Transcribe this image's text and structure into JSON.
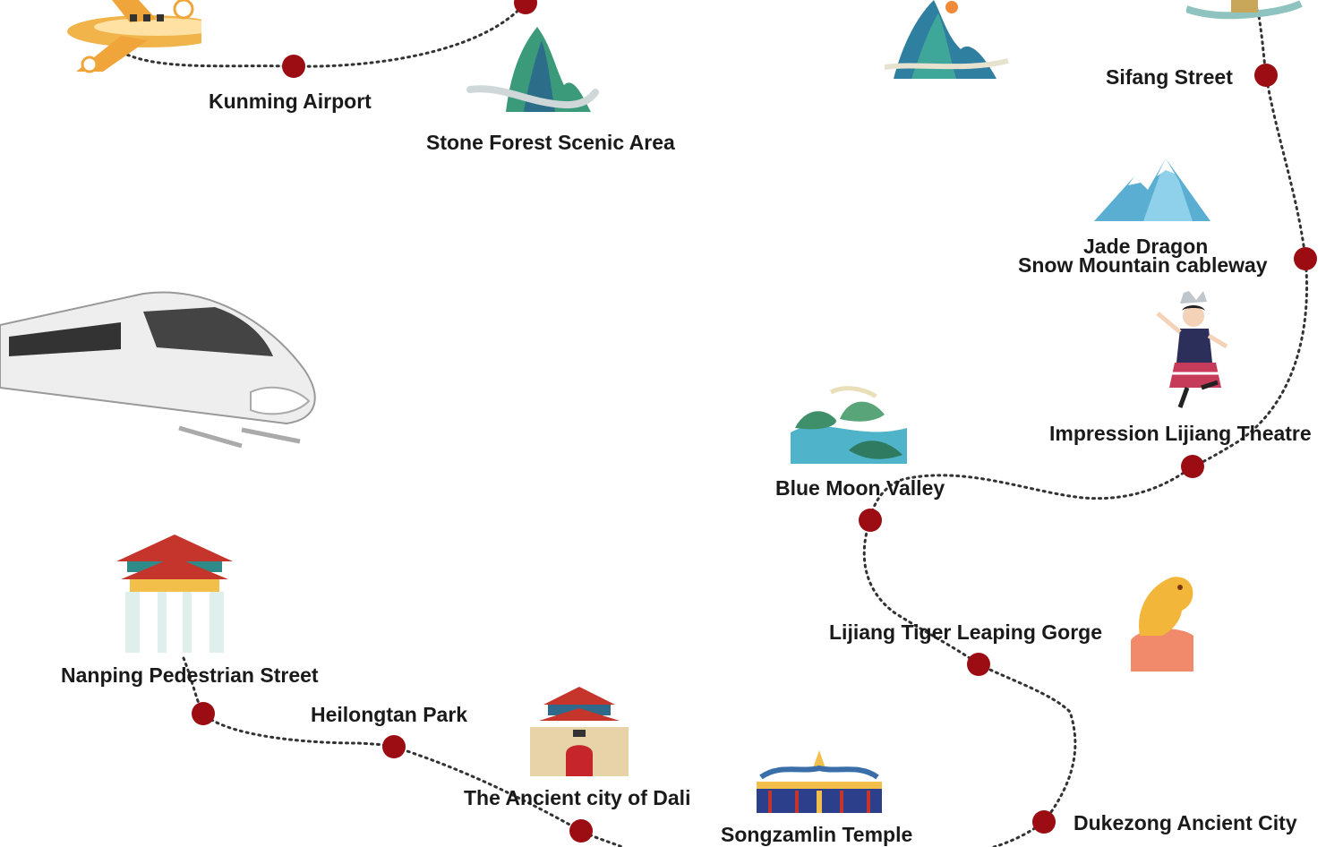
{
  "route": {
    "stops": [
      {
        "id": "kunming-airport",
        "label": "Kunming Airport",
        "icon": "airplane-icon"
      },
      {
        "id": "stone-forest",
        "label": "Stone Forest Scenic Area",
        "icon": "karst-mountain-icon"
      },
      {
        "id": "sifang-street",
        "label": "Sifang Street",
        "icon": "old-town-icon"
      },
      {
        "id": "jade-dragon",
        "label_line1": "Jade Dragon",
        "label_line2": "Snow Mountain cableway",
        "icon": "snow-mountain-icon"
      },
      {
        "id": "impression-lijiang",
        "label": "Impression Lijiang Theatre",
        "icon": "dancer-icon"
      },
      {
        "id": "blue-moon-valley",
        "label": "Blue Moon Valley",
        "icon": "lake-hills-icon"
      },
      {
        "id": "tiger-leaping-gorge",
        "label": "Lijiang Tiger Leaping Gorge",
        "icon": "tiger-rock-icon"
      },
      {
        "id": "dukezong",
        "label": "Dukezong Ancient City",
        "icon": "ancient-city-icon"
      },
      {
        "id": "songzamlin",
        "label": "Songzamlin Temple",
        "icon": "temple-icon"
      },
      {
        "id": "dali",
        "label": "The Ancient city of Dali",
        "icon": "city-gate-icon"
      },
      {
        "id": "heilongtan",
        "label": "Heilongtan Park",
        "icon": "park-icon"
      },
      {
        "id": "nanping",
        "label": "Nanping Pedestrian Street",
        "icon": "archway-icon"
      }
    ],
    "decorations": [
      "high-speed-train-icon",
      "mountain-scroll-icon"
    ],
    "colors": {
      "dot": "#9b0d12",
      "path": "#333333",
      "label": "#1a1a1a"
    }
  }
}
